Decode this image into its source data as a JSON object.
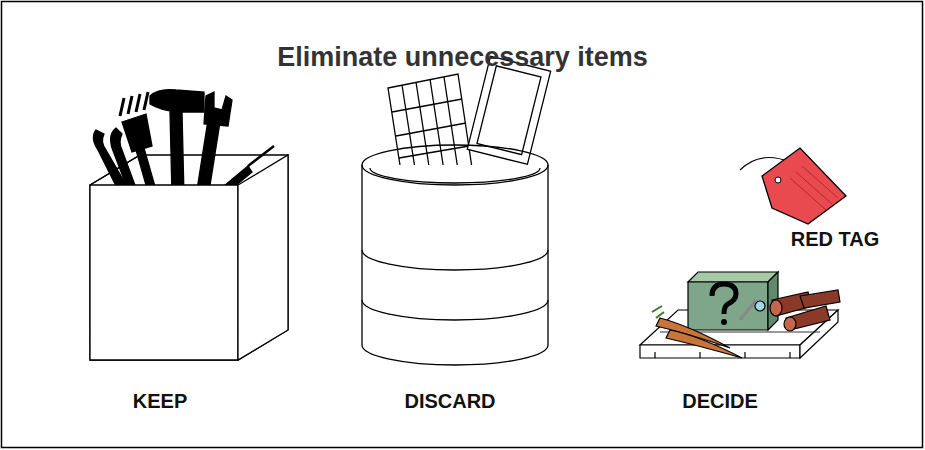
{
  "diagram": {
    "title": "Eliminate unnecessary items",
    "labels": [
      "KEEP",
      "DISCARD",
      "DECIDE",
      "RED TAG"
    ]
  }
}
